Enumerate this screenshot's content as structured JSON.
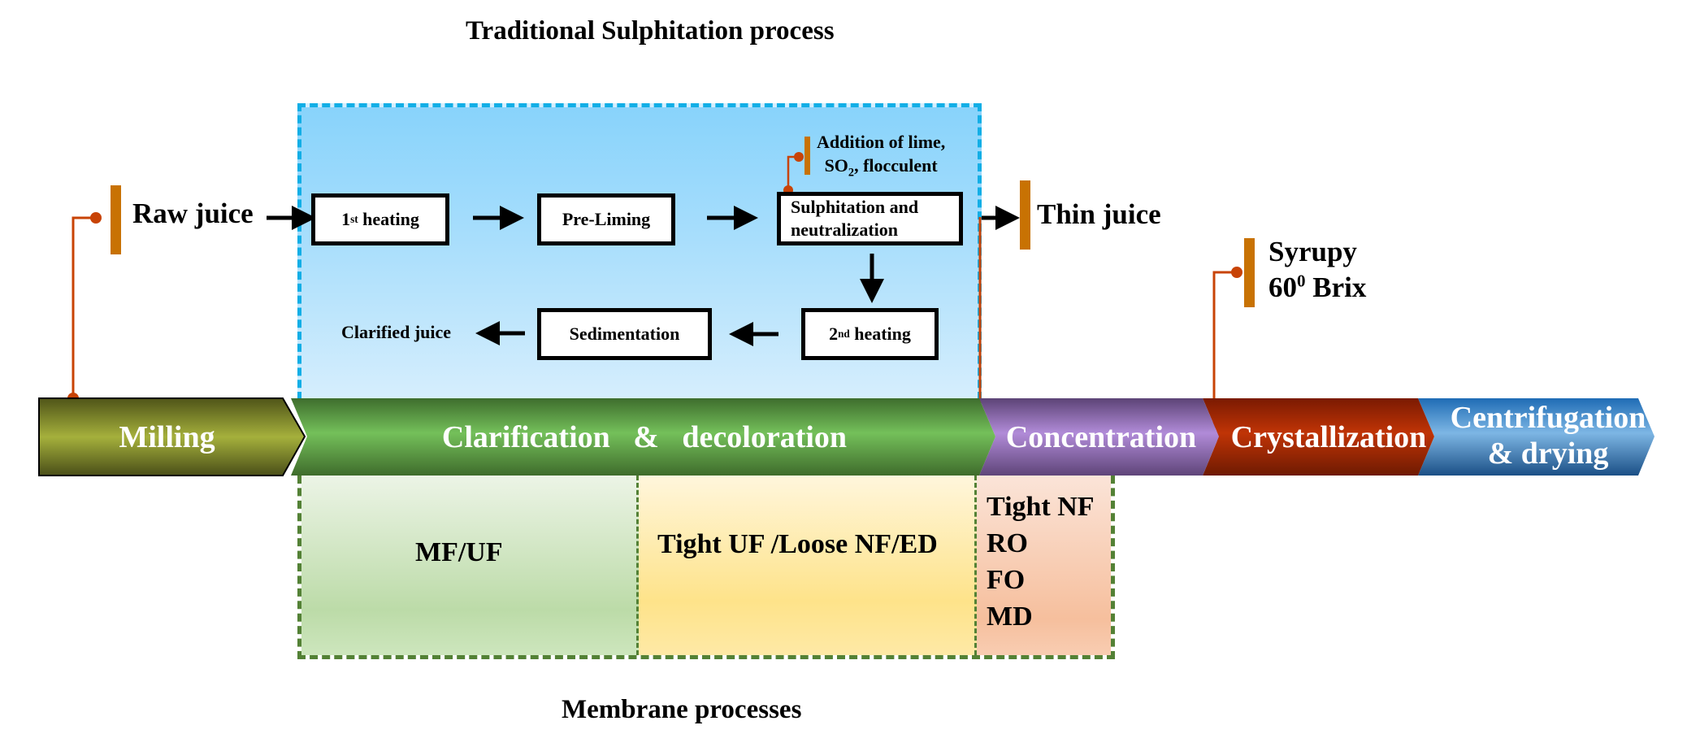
{
  "titles": {
    "top": "Traditional Sulphitation process",
    "bottom": "Membrane processes"
  },
  "traditional_process": {
    "input_label": "Raw juice",
    "additive_label_line1": "Addition of lime,",
    "additive_label_line2_prefix": "SO",
    "additive_label_line2_sub": "2",
    "additive_label_line2_suffix": ", flocculent",
    "steps": {
      "first_heating": {
        "num": "1",
        "sup": "st",
        "text": " heating"
      },
      "pre_liming": "Pre-Liming",
      "sulphitation_line1": "Sulphitation and",
      "sulphitation_line2": "neutralization",
      "second_heating": {
        "num": "2",
        "sup": "nd",
        "text": " heating"
      },
      "sedimentation": "Sedimentation"
    },
    "output_label": "Clarified juice"
  },
  "side_labels": {
    "thin_juice": "Thin juice",
    "syrupy_line1": "Syrupy",
    "syrupy_line2_num": "60",
    "syrupy_line2_sup": "0",
    "syrupy_line2_text": " Brix"
  },
  "stages": [
    {
      "label": "Milling",
      "color": "#9aa637"
    },
    {
      "label": "Clarification   &   decoloration",
      "color": "#6bb84f"
    },
    {
      "label": "Concentration",
      "color": "#a783c9"
    },
    {
      "label": "Crystallization",
      "color": "#b42c04"
    },
    {
      "label_line1": "Centrifugation",
      "label_line2": "& drying",
      "color": "#3d85c6"
    }
  ],
  "membrane_processes": {
    "clarification_a": "MF/UF",
    "clarification_b": "Tight UF /Loose NF/ED",
    "concentration": [
      "Tight NF",
      "RO",
      "FO",
      "MD"
    ]
  },
  "colors": {
    "connector": "#c84306",
    "marker_bar": "#c87203",
    "traditional_border": "#12aee6",
    "membrane_border": "#538135"
  }
}
